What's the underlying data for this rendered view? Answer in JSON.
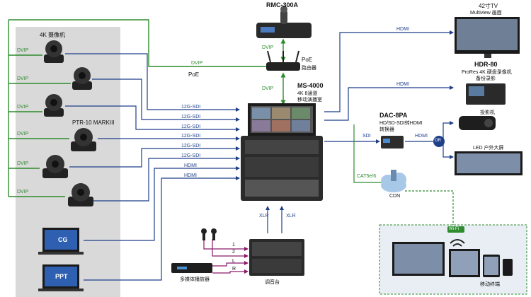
{
  "cameras": {
    "group_label": "4K 摄像机",
    "ptr_label": "PTR-10 MARKIII",
    "dvip_label": "DVIP"
  },
  "computers": {
    "cg_label": "CG",
    "ppt_label": "PPT"
  },
  "signals": {
    "sdi_12g": "12G-SDI",
    "hdmi": "HDMI",
    "sdi": "SDI",
    "xlr": "XLR",
    "dvip": "DVIP",
    "poe": "PoE",
    "cat": "CAT5e/6",
    "mic1": "1",
    "mic2": "2",
    "left": "L",
    "right": "R",
    "or": "OR"
  },
  "devices": {
    "rmc_title": "RMC-300A",
    "router_title": "PoE",
    "router_sub": "路由器",
    "ms_title": "MS-4000",
    "ms_line1": "4K 8通道",
    "ms_line2": "移动演播室",
    "tv_line1": "42寸TV",
    "tv_line2": "Multiview 画面",
    "hdr_title": "HDR-80",
    "hdr_line1": "ProRes 4K 硬盘录像机",
    "hdr_line2": "备份录影",
    "dac_title": "DAC-8PA",
    "dac_line1": "HD/SD-SDI转HDMI",
    "dac_line2": "转换器",
    "projector": "投影机",
    "led": "LED 户外大屏",
    "cdn": "CDN",
    "wifi": "Wi-Fi",
    "mobile": "移动终端",
    "mixer": "调音台",
    "player": "多媒体播放器"
  },
  "colors": {
    "dvip": "#2e8b2e",
    "video": "#1f3f8a",
    "audio": "#8b1a6b",
    "cat": "#2e8b2e",
    "panel": "#d9d9d9"
  }
}
